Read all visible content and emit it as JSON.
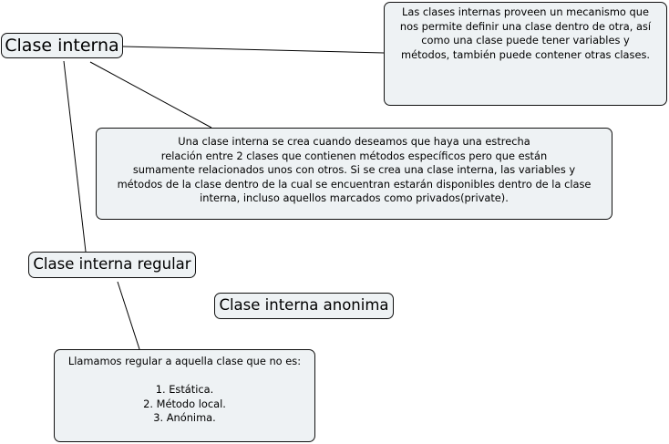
{
  "map": {
    "main_concept": "Clase interna",
    "definition_note": [
      "Las clases internas proveen un mecanismo que",
      "nos permite definir una clase dentro de otra, así",
      "como una clase puede tener variables y",
      "métodos, también puede contener otras clases."
    ],
    "description_note": [
      "Una clase interna se crea cuando deseamos que haya una estrecha",
      "relación entre 2 clases que contienen métodos específicos pero que están",
      "sumamente relacionados unos con otros. Si se crea una clase interna, las variables y",
      "métodos de la clase dentro de la cual se encuentran estarán disponibles dentro de la clase",
      "interna, incluso aquellos marcados como privados(private)."
    ],
    "regular_concept": "Clase interna regular",
    "anonymous_concept": "Clase interna anonima",
    "regular_note": {
      "intro": "Llamamos regular a aquella clase que no es:",
      "items": [
        "1. Estática.",
        "2. Método local.",
        "3. Anónima."
      ]
    }
  },
  "colors": {
    "node_fill": "#eef2f4",
    "node_border": "#111111",
    "connector": "#000000"
  }
}
